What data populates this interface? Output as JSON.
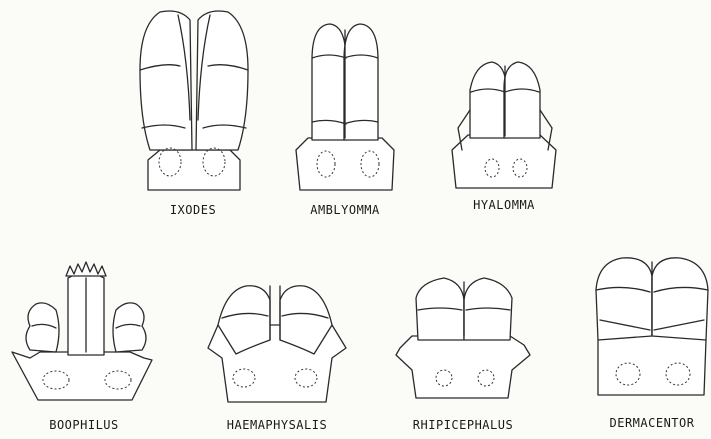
{
  "genera": [
    {
      "name": "IXODES"
    },
    {
      "name": "AMBLYOMMA"
    },
    {
      "name": "HYALOMMA"
    },
    {
      "name": "BOOPHILUS"
    },
    {
      "name": "HAEMAPHYSALIS"
    },
    {
      "name": "RHIPICEPHALUS"
    },
    {
      "name": "DERMACENTOR"
    }
  ]
}
